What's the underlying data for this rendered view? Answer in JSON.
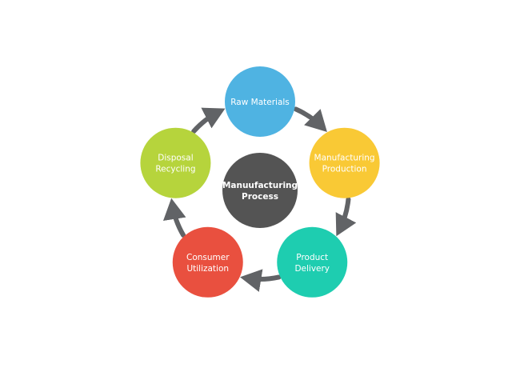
{
  "center": {
    "lines": [
      "Manuufacturing",
      "Process"
    ],
    "color": "#545454"
  },
  "ring_color": "#616366",
  "nodes": [
    {
      "id": "raw-materials",
      "lines": [
        "Raw Materials"
      ],
      "color": "#4FB3E2"
    },
    {
      "id": "manufacturing-production",
      "lines": [
        "Manufacturing",
        "Production"
      ],
      "color": "#F9C935"
    },
    {
      "id": "product-delivery",
      "lines": [
        "Product",
        "Delivery"
      ],
      "color": "#1ECDB0"
    },
    {
      "id": "consumer-utilization",
      "lines": [
        "Consumer",
        "Utilization"
      ],
      "color": "#E9503F"
    },
    {
      "id": "disposal-recycling",
      "lines": [
        "Disposal",
        "Recycling"
      ],
      "color": "#B6D43C"
    }
  ]
}
